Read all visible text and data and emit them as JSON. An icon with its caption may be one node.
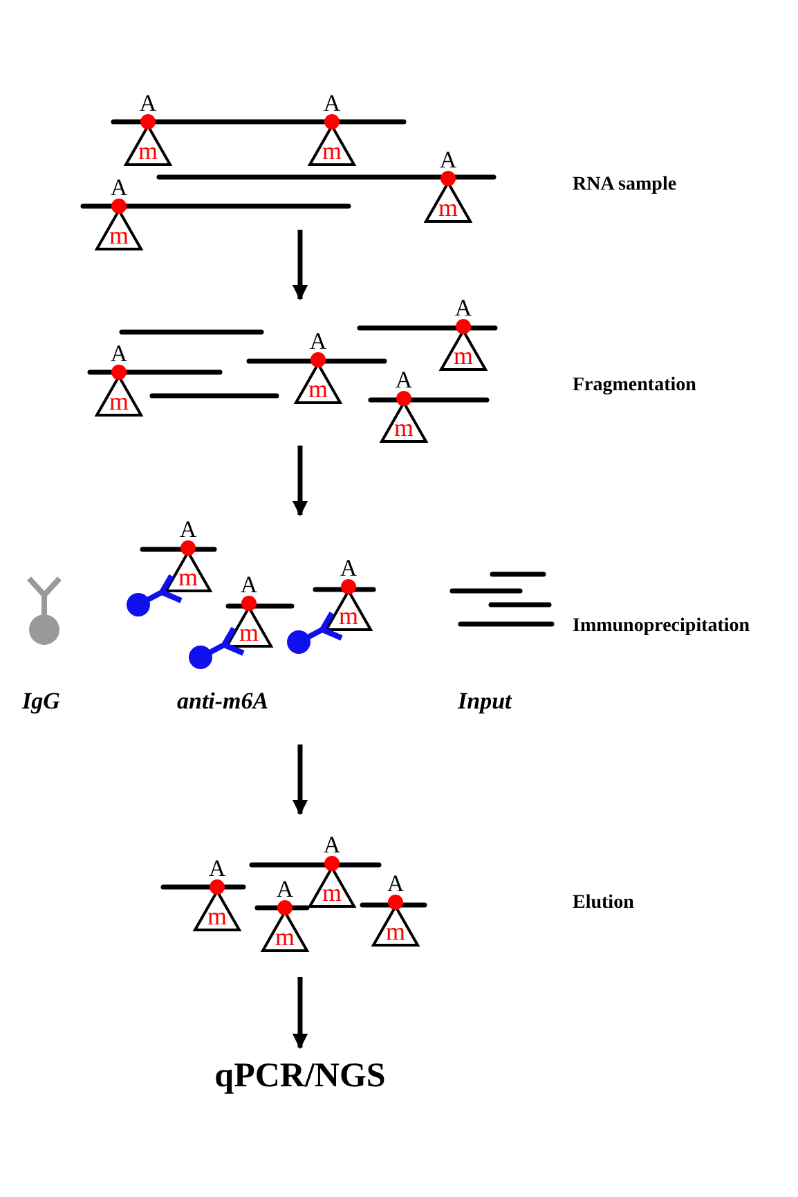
{
  "diagram": {
    "nodes": [
      {
        "text": [],
        "shape": "picture"
      },
      {
        "text": [],
        "shape": "picture"
      },
      {
        "text": [],
        "shape": "picture"
      },
      {
        "text": [],
        "shape": "picture"
      },
      {
        "text": [
          "qPCR/NGS"
        ]
      }
    ],
    "edges": [
      {
        "from": 0,
        "to": 1,
        "arrow": "to"
      },
      {
        "from": 1,
        "to": 2,
        "arrow": "to"
      },
      {
        "from": 2,
        "to": 3,
        "arrow": "to"
      },
      {
        "from": 3,
        "to": 4,
        "arrow": "to"
      }
    ],
    "labels": [
      "A",
      "m",
      "A",
      "m",
      "A",
      "m",
      "A",
      "m",
      "RNA sample",
      "A",
      "m",
      "A",
      "m",
      "A",
      "m",
      "A",
      "m",
      "Fragmentation",
      "A",
      "m",
      "A",
      "m",
      "A",
      "m",
      "Immunoprecipitation",
      "IgG",
      "anti-m6A",
      "Input",
      "A",
      "m",
      "A",
      "m",
      "A",
      "m",
      "A",
      "m",
      "Elution"
    ]
  }
}
